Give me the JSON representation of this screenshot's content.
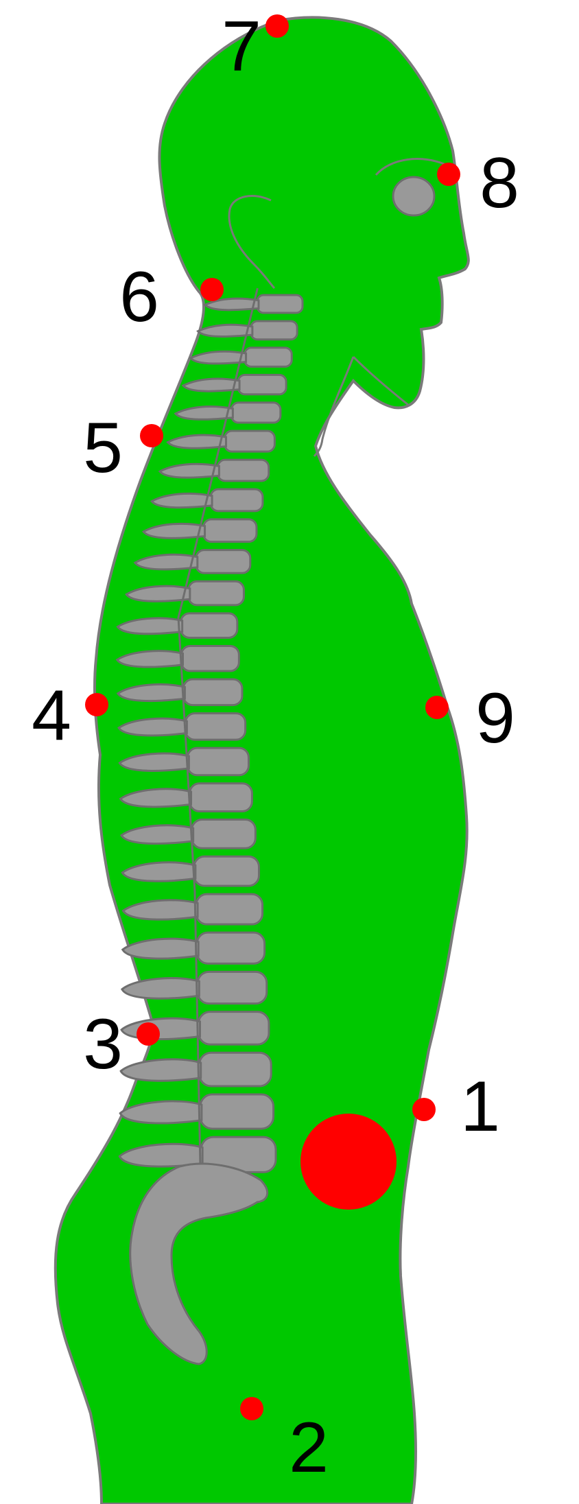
{
  "colors": {
    "body_fill": "#00c800",
    "outline": "#7a7a7a",
    "spine_fill": "#999999",
    "spine_stroke": "#6e6e6e",
    "point": "#ff0000",
    "label": "#000000",
    "background": "#ffffff"
  },
  "points": [
    {
      "id": "1",
      "label": "1"
    },
    {
      "id": "2",
      "label": "2"
    },
    {
      "id": "3",
      "label": "3"
    },
    {
      "id": "4",
      "label": "4"
    },
    {
      "id": "5",
      "label": "5"
    },
    {
      "id": "6",
      "label": "6"
    },
    {
      "id": "7",
      "label": "7"
    },
    {
      "id": "8",
      "label": "8"
    },
    {
      "id": "9",
      "label": "9"
    }
  ],
  "center_of_mass_marker": "large-red-dot"
}
